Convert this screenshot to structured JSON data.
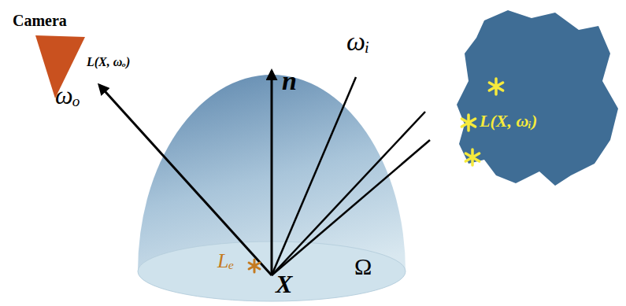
{
  "diagram": {
    "nodes": [
      {
        "text": [
          "Camera"
        ]
      },
      {
        "text": [
          "L(X, ωᵢ)"
        ]
      }
    ],
    "labels": [
      "L(X, ωₒ)",
      "ωₒ",
      "n",
      "ωᵢ",
      "Lₑ",
      "X",
      "Ω"
    ]
  }
}
